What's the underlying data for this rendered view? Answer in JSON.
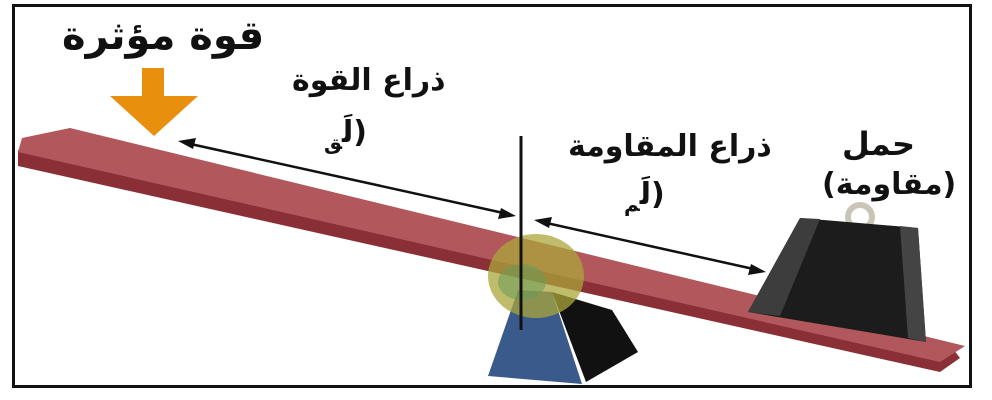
{
  "labels": {
    "effort_force": "قوة مؤثرة",
    "effort_arm": "ذراع القوة",
    "effort_arm_symbol": "(لَ",
    "effort_arm_symbol_sub": "ق",
    "resistance_arm": "ذراع المقاومة",
    "resistance_arm_symbol": "(لَ",
    "resistance_arm_symbol_sub": "م",
    "load": "حمل",
    "load_resistance": "(مقاومة)"
  },
  "colors": {
    "lever_top": "#b2575c",
    "lever_side": "#8a2f36",
    "effort_arrow": "#e8900e",
    "fulcrum_blue": "#3b5a8c",
    "fulcrum_black": "#111111",
    "fulcrum_highlight": "#a9a53a",
    "load_weight": "#1c1c1c",
    "load_weight_shade": "#3d3d3d",
    "ring": "#c9c6b8",
    "frame": "#111111"
  },
  "icons": {
    "effort": "down-arrow-icon",
    "load": "weight-icon",
    "fulcrum": "fulcrum-icon"
  }
}
